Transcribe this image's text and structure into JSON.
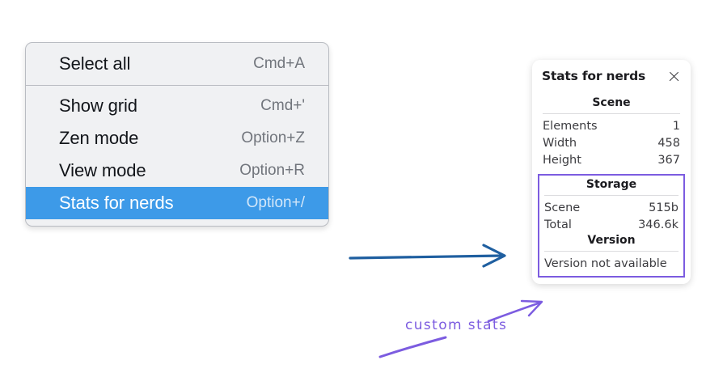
{
  "context_menu": {
    "groups": [
      {
        "items": [
          {
            "label": "Select all",
            "shortcut": "Cmd+A",
            "selected": false
          }
        ]
      },
      {
        "items": [
          {
            "label": "Show grid",
            "shortcut": "Cmd+'",
            "selected": false
          },
          {
            "label": "Zen mode",
            "shortcut": "Option+Z",
            "selected": false
          },
          {
            "label": "View mode",
            "shortcut": "Option+R",
            "selected": false
          },
          {
            "label": "Stats for nerds",
            "shortcut": "Option+/",
            "selected": true
          }
        ]
      }
    ],
    "highlight_color": "#3d9ae8"
  },
  "stats_panel": {
    "title": "Stats for nerds",
    "close_icon": "close-icon",
    "sections": [
      {
        "title": "Scene",
        "rows": [
          {
            "label": "Elements",
            "value": "1"
          },
          {
            "label": "Width",
            "value": "458"
          },
          {
            "label": "Height",
            "value": "367"
          }
        ]
      },
      {
        "title": "Storage",
        "rows": [
          {
            "label": "Scene",
            "value": "515b"
          },
          {
            "label": "Total",
            "value": "346.6k"
          }
        ]
      },
      {
        "title": "Version",
        "note": "Version not available"
      }
    ],
    "highlight_box_color": "#7c5ce0"
  },
  "annotations": {
    "custom_stats_label": "custom stats",
    "blue_arrow_color": "#1f5fa0",
    "purple_ink_color": "#7c5ce0"
  }
}
